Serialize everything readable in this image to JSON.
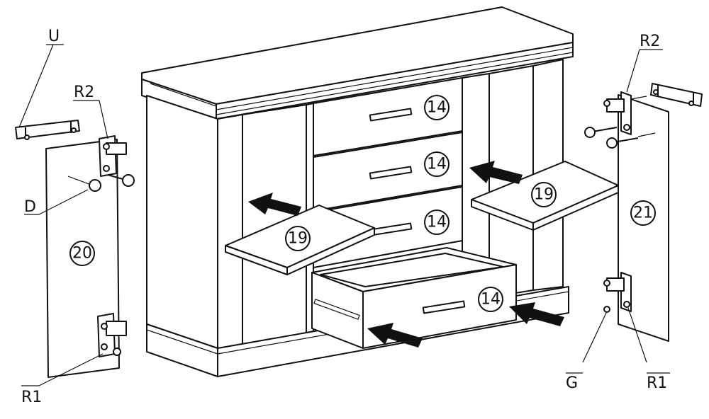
{
  "labels": {
    "u": "U",
    "r2_left": "R2",
    "r2_right": "R2",
    "d": "D",
    "r1_left": "R1",
    "r1_right": "R1",
    "g": "G"
  },
  "parts": {
    "drawer_1": "14",
    "drawer_2": "14",
    "drawer_3": "14",
    "drawer_4": "14",
    "shelf_left": "19",
    "shelf_right": "19",
    "door_left": "20",
    "door_right": "21"
  }
}
